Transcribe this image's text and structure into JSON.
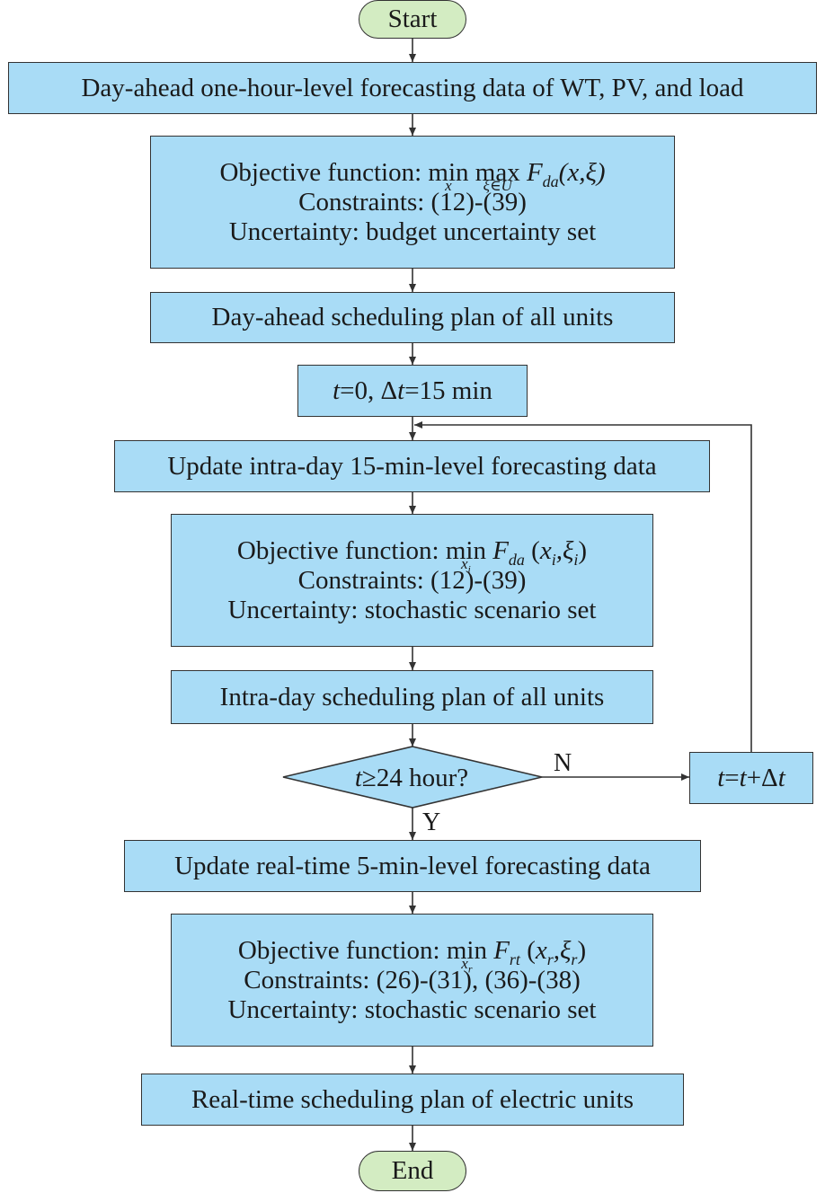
{
  "start": "Start",
  "end": "End",
  "step1": "Day-ahead one-hour-level forecasting data of WT, PV, and load",
  "da": {
    "obj_label": "Objective function:",
    "min": "min",
    "min_sub": "x",
    "max": "max",
    "max_sub": "ξ∈U",
    "F": "F",
    "F_sub": "da",
    "args": "(x,ξ)",
    "constraints": "Constraints: (12)-(39)",
    "uncertainty": "Uncertainty: budget uncertainty set"
  },
  "da_plan": "Day-ahead scheduling plan of all units",
  "init": {
    "t": "t",
    "eq0": "=0, Δ",
    "t2": "t",
    "rest": "=15 min"
  },
  "update_intra": "Update intra-day 15-min-level forecasting data",
  "id": {
    "obj_label": "Objective function:",
    "min": "min",
    "min_sub_x": "x",
    "min_sub_i": "i",
    "F": "F",
    "F_sub": "da",
    "open": "(",
    "x": "x",
    "x_sub": "i",
    "comma_xi": ",ξ",
    "xi_sub": "i",
    "close": ")",
    "constraints": "Constraints: (12)-(39)",
    "uncertainty": "Uncertainty: stochastic scenario set"
  },
  "id_plan": "Intra-day scheduling plan of all units",
  "decision": {
    "t": "t",
    "rest": "≥24 hour?"
  },
  "yes_label": "Y",
  "no_label": "N",
  "increment": {
    "t1": "t",
    "eq": "=",
    "t2": "t",
    "plus": "+Δ",
    "t3": "t"
  },
  "update_rt": "Update real-time 5-min-level forecasting data",
  "rt": {
    "obj_label": "Objective function:",
    "min": "min",
    "min_sub_x": "x",
    "min_sub_r": "r",
    "F": "F",
    "F_sub": "rt",
    "open": "(",
    "x": "x",
    "x_sub": "r",
    "comma_xi": ",ξ",
    "xi_sub": "r",
    "close": ")",
    "constraints": "Constraints: (26)-(31), (36)-(38)",
    "uncertainty": "Uncertainty: stochastic scenario set"
  },
  "rt_plan": "Real-time scheduling plan of electric units",
  "colors": {
    "box_fill": "#a9dcf6",
    "terminal_fill": "#d3ecc2",
    "stroke": "#333333"
  }
}
